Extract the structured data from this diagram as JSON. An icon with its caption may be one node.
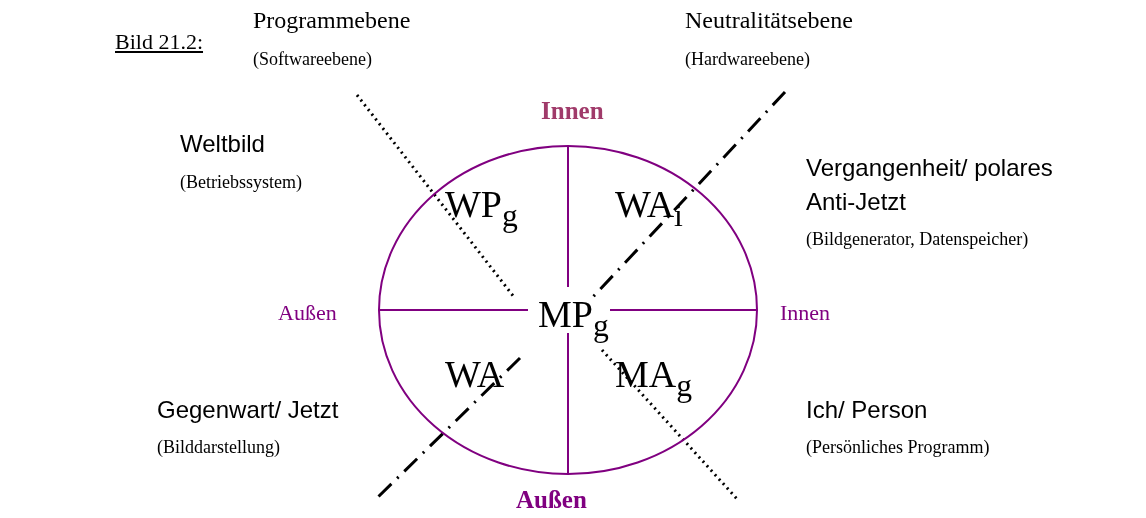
{
  "diagram": {
    "nodes": [
      {
        "text": [
          "WP$_{g}$",
          "WA$_{i}$",
          "MP$_{g}$",
          "WA",
          "MA$_{g}$"
        ]
      }
    ],
    "edges": [],
    "labels": [
      "Bild 21.2:",
      "Programmebene",
      "(Softwareebene)",
      "Neutralitätsebene",
      "(Hardwareebene)",
      "Innen",
      "Weltbild",
      "(Betriebssystem)",
      "Vergangenheit/ polares Anti-Jetzt",
      "(Bildgenerator, Datenspeicher)",
      "Außen",
      "Innen",
      "Gegenwart/ Jetzt",
      "(Bilddarstellung)",
      "Ich/ Person",
      "(Persönliches Programm)",
      "Außen"
    ]
  }
}
